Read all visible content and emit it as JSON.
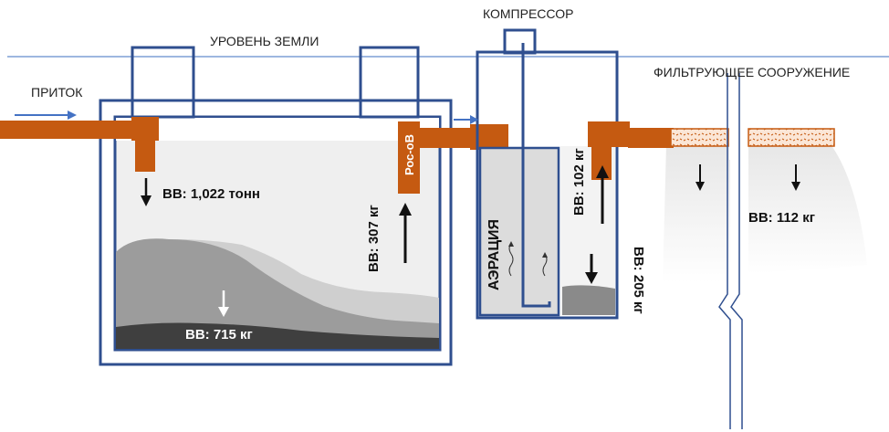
{
  "labels": {
    "ground_level": "УРОВЕНЬ ЗЕМЛИ",
    "inflow": "ПРИТОК",
    "compressor": "КОМПРЕССОР",
    "filter": "ФИЛЬТРУЮЩЕЕ  СООРУЖЕНИЕ",
    "aeration": "АЭРАЦИЯ",
    "outlet": "Рос-оВ"
  },
  "values": {
    "settling_in": "ВВ: 1,022 тонн",
    "settling_sediment": "ВВ: 715 кг",
    "settling_out": "ВВ: 307 кг",
    "clarifier_out": "ВВ: 102 кг",
    "clarifier_sediment": "ВВ: 205 кг",
    "filter_out": "ВВ: 112 кг"
  },
  "colors": {
    "outline": "#2f4f8f",
    "pipe": "#c55a11",
    "ground_line": "#7f9fd5",
    "arrow_flow": "#4472c4"
  }
}
